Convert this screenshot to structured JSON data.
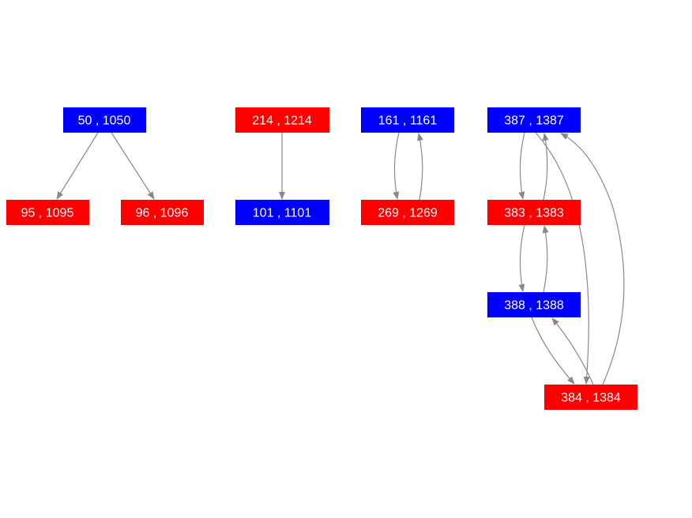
{
  "colors": {
    "blue": "#0000ff",
    "red": "#ff0000",
    "edge": "#888888"
  },
  "nodes": {
    "n50": {
      "label": "50 , 1050",
      "color": "blue"
    },
    "n95": {
      "label": "95 , 1095",
      "color": "red"
    },
    "n96": {
      "label": "96 , 1096",
      "color": "red"
    },
    "n214": {
      "label": "214 , 1214",
      "color": "red"
    },
    "n101": {
      "label": "101 , 1101",
      "color": "blue"
    },
    "n161": {
      "label": "161 , 1161",
      "color": "blue"
    },
    "n269": {
      "label": "269 , 1269",
      "color": "red"
    },
    "n387": {
      "label": "387 , 1387",
      "color": "blue"
    },
    "n383": {
      "label": "383 , 1383",
      "color": "red"
    },
    "n388": {
      "label": "388 , 1388",
      "color": "blue"
    },
    "n384": {
      "label": "384 , 1384",
      "color": "red"
    }
  },
  "edges": [
    {
      "from": "50",
      "to": "95"
    },
    {
      "from": "50",
      "to": "96"
    },
    {
      "from": "214",
      "to": "101"
    },
    {
      "from": "161",
      "to": "269"
    },
    {
      "from": "269",
      "to": "161"
    },
    {
      "from": "387",
      "to": "383"
    },
    {
      "from": "383",
      "to": "387"
    },
    {
      "from": "383",
      "to": "388"
    },
    {
      "from": "388",
      "to": "383"
    },
    {
      "from": "388",
      "to": "384"
    },
    {
      "from": "384",
      "to": "388"
    },
    {
      "from": "387",
      "to": "384"
    },
    {
      "from": "384",
      "to": "387"
    }
  ]
}
